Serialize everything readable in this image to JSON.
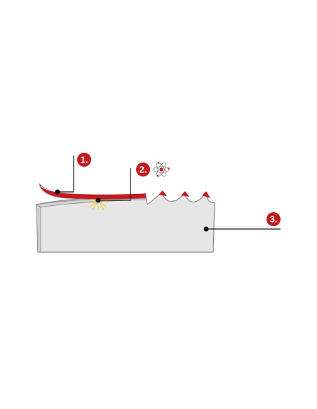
{
  "colors": {
    "background": "#ffffff",
    "body_fill": "#e6e6e6",
    "body_stroke": "#8c8c8c",
    "strip_red": "#c8191e",
    "badge_red": "#c41a1f",
    "leader_line": "#1a1a1a",
    "spark": "#f2c230",
    "atom": "#c8191e"
  },
  "labels": [
    {
      "id": "label-1",
      "text": "1."
    },
    {
      "id": "label-2",
      "text": "2."
    },
    {
      "id": "label-3",
      "text": "3."
    }
  ],
  "icons": {
    "atom": "atom-icon",
    "spark": "weld-spark-icon"
  }
}
